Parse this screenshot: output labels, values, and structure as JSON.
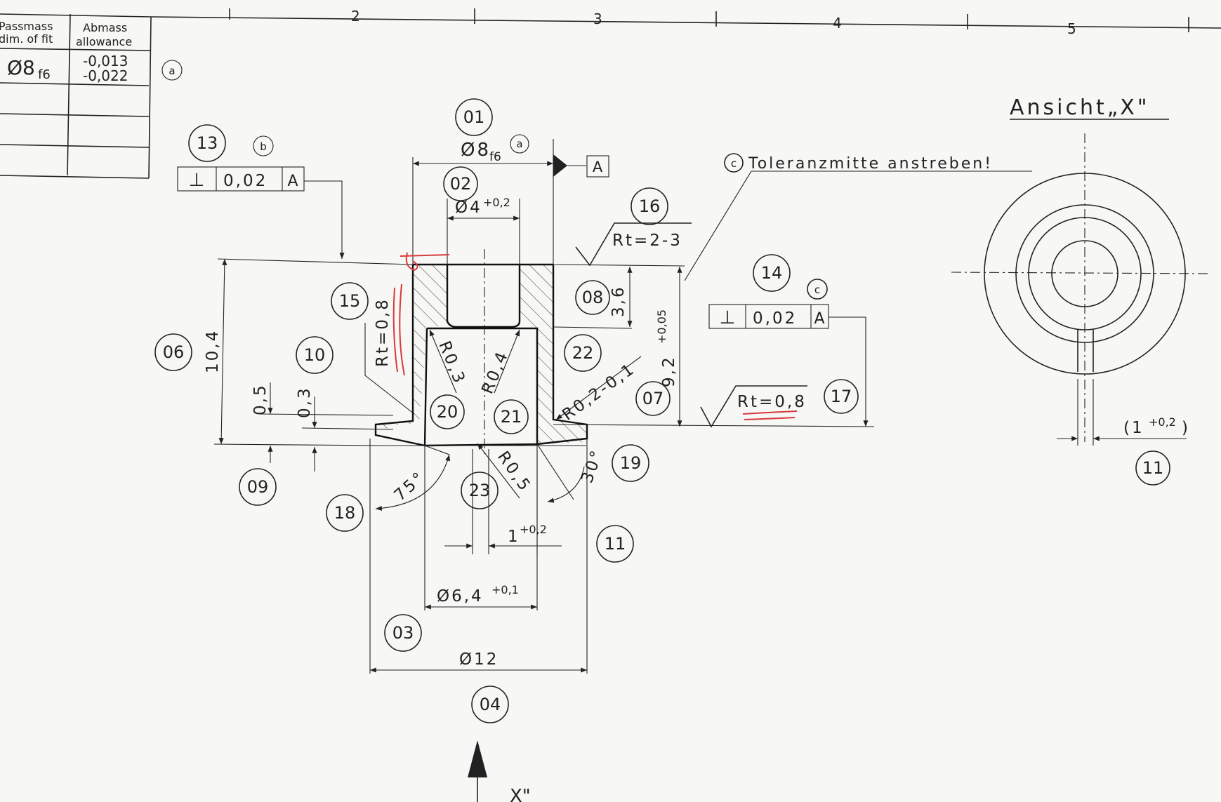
{
  "table": {
    "col1_header_de": "Passmass",
    "col1_header_en": "dim. of fit",
    "col2_header_de": "Abmass",
    "col2_header_en": "allowance",
    "row1_fit": "Ø8",
    "row1_fit_sub": "f6",
    "row1_upper": "-0,013",
    "row1_lower": "-0,022",
    "row1_ref": "a"
  },
  "zones": [
    "2",
    "3",
    "4",
    "5"
  ],
  "view_title": "Ansicht„X\"",
  "note": "Toleranzmitte anstreben!",
  "note_ref": "c",
  "datum": "A",
  "balloons": [
    "01",
    "02",
    "03",
    "04",
    "06",
    "07",
    "08",
    "09",
    "10",
    "11",
    "13",
    "14",
    "15",
    "16",
    "17",
    "18",
    "19",
    "20",
    "21",
    "22",
    "23",
    "11"
  ],
  "refs": {
    "b": "b",
    "a": "a",
    "c": "c"
  },
  "tolerances": {
    "perp_symbol": "⊥",
    "perp1_value": "0,02",
    "perp1_datum": "A",
    "perp2_value": "0,02",
    "perp2_datum": "A"
  },
  "dimensions": {
    "d8": "Ø8",
    "d8_sub": "f6",
    "d4": "Ø4",
    "d4_tol": "+0,2",
    "rt_top": "Rt=2-3",
    "rt_left": "Rt=0,8",
    "rt_right": "Rt=0,8",
    "h36": "3,6",
    "h104": "10,4",
    "h92": "9,2",
    "h92_tol": "+0,05",
    "h05": "0,5",
    "h03": "0,3",
    "r03": "R0,3",
    "r04": "R0,4",
    "r02": "R0,2-0,1",
    "r05": "R0,5",
    "a75": "75°",
    "a30": "30°",
    "w1": "1",
    "w1_tol": "+0,2",
    "d64": "Ø6,4",
    "d64_tol": "+0,1",
    "d12": "Ø12",
    "side_w1": "(1",
    "side_w1_tol": "+0,2",
    "side_w1_close": ")"
  },
  "arrow_label": "X\""
}
